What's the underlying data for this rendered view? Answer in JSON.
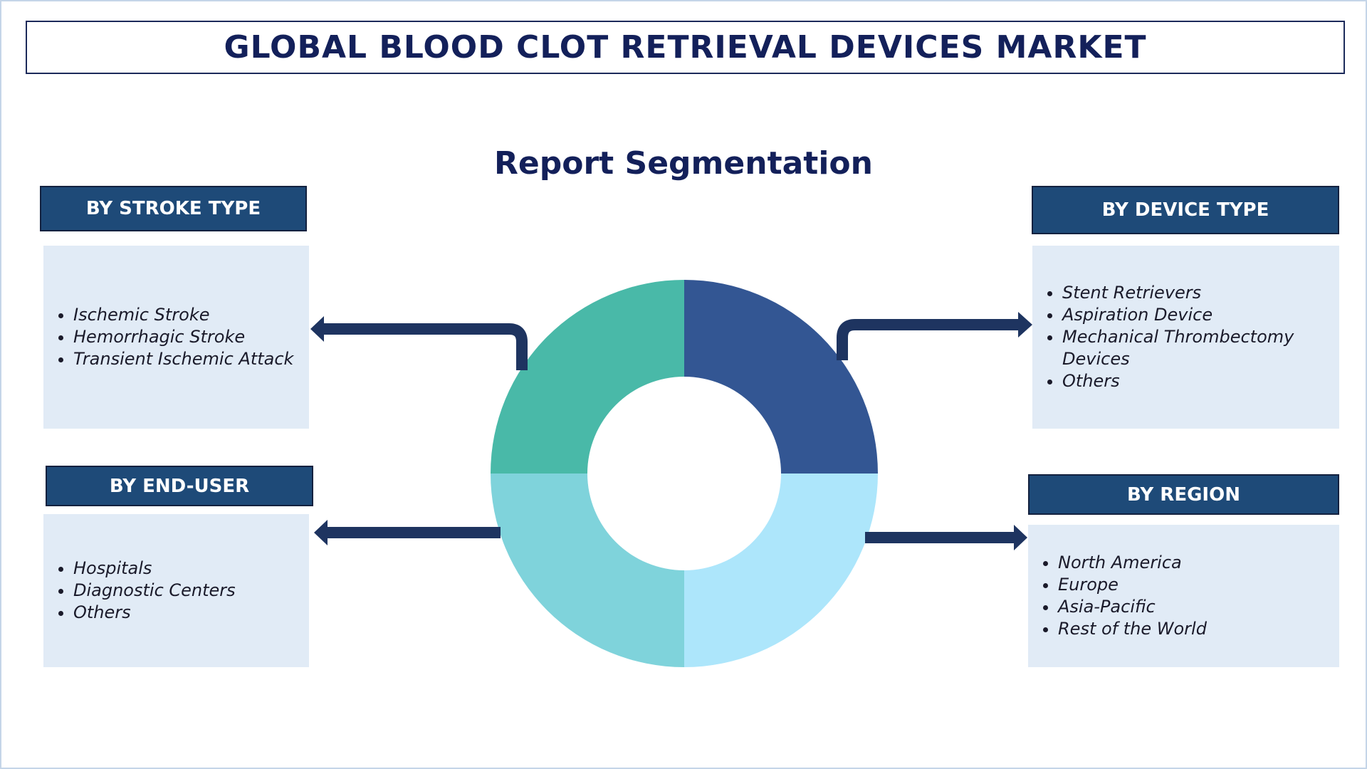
{
  "title": "GLOBAL BLOOD CLOT RETRIEVAL DEVICES MARKET",
  "subtitle": "Report Segmentation",
  "segments": {
    "stroke_type": {
      "header": "BY STROKE TYPE",
      "items": [
        "Ischemic Stroke",
        "Hemorrhagic Stroke",
        "Transient Ischemic Attack"
      ]
    },
    "device_type": {
      "header": "BY DEVICE TYPE",
      "items": [
        "Stent Retrievers",
        "Aspiration Device",
        "Mechanical Thrombectomy Devices",
        "Others"
      ]
    },
    "end_user": {
      "header": "BY END-USER",
      "items": [
        "Hospitals",
        "Diagnostic Centers",
        "Others"
      ]
    },
    "region": {
      "header": "BY REGION",
      "items": [
        "North America",
        "Europe",
        "Asia-Pacific",
        "Rest of the World"
      ]
    }
  },
  "colors": {
    "title": "#13205a",
    "header_bg": "#1e4a78",
    "body_bg": "#e1ebf6",
    "arrow": "#1e3460",
    "ring_top_left": "#49b9a8",
    "ring_top_right": "#335693",
    "ring_bottom_left": "#7fd3db",
    "ring_bottom_right": "#ade6fb"
  }
}
